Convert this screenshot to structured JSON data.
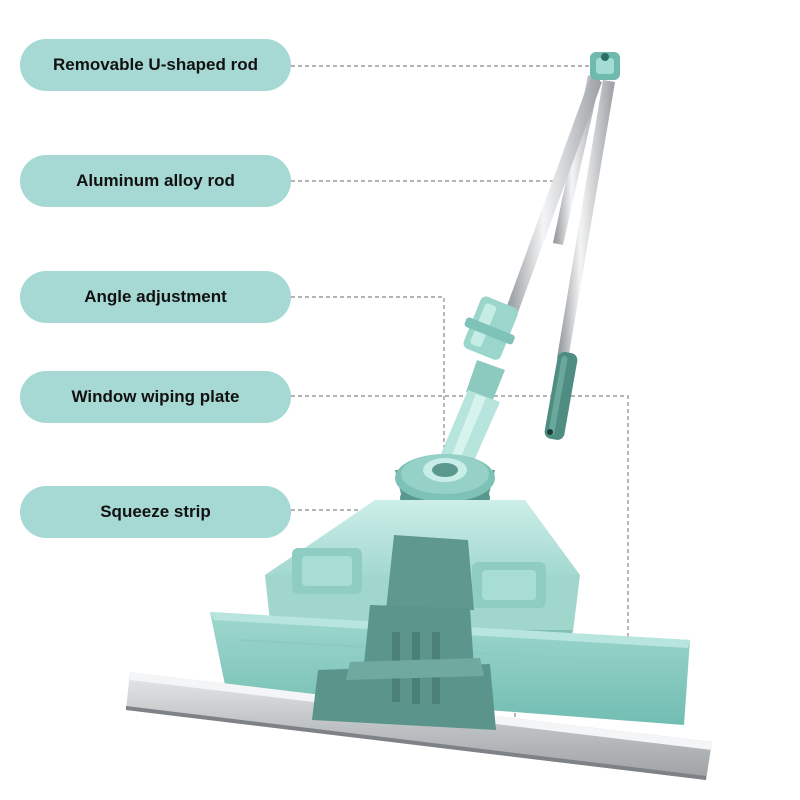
{
  "callouts": [
    {
      "label": "Removable U-shaped rod"
    },
    {
      "label": "Aluminum alloy rod"
    },
    {
      "label": "Angle adjustment"
    },
    {
      "label": "Window wiping plate"
    },
    {
      "label": "Squeeze strip"
    }
  ],
  "colors": {
    "label_bg": "#a6d9d4",
    "mop_mint": "#a8e0d7",
    "mop_dark": "#5f8f86",
    "steel": "#c9ccce"
  }
}
